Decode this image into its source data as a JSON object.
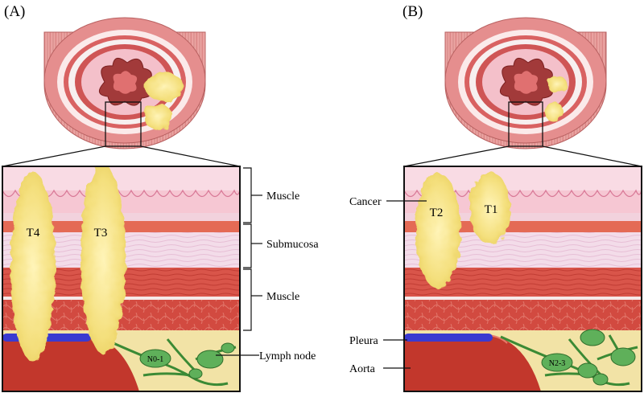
{
  "panels": {
    "a": {
      "letter": "(A)",
      "tumors": [
        "T4",
        "T3"
      ],
      "node": "N0-1"
    },
    "b": {
      "letter": "(B)",
      "tumors": [
        "T2",
        "T1"
      ],
      "node": "N2-3"
    }
  },
  "labels_a": {
    "muscle_top": "Muscle",
    "submucosa": "Submucosa",
    "muscle_bottom": "Muscle",
    "lymph_node": "Lymph node"
  },
  "labels_b": {
    "cancer": "Cancer",
    "pleura": "Pleura",
    "aorta": "Aorta"
  },
  "colors": {
    "tumor": "#f7e48a",
    "mucosa": "#f4b8c8",
    "submucosa": "#f3dce9",
    "muscle": "#d9554a",
    "fat": "#f2e3a6",
    "aorta": "#c2372c",
    "pleura": "#3a3ad0",
    "lymph": "#5fb05a"
  }
}
